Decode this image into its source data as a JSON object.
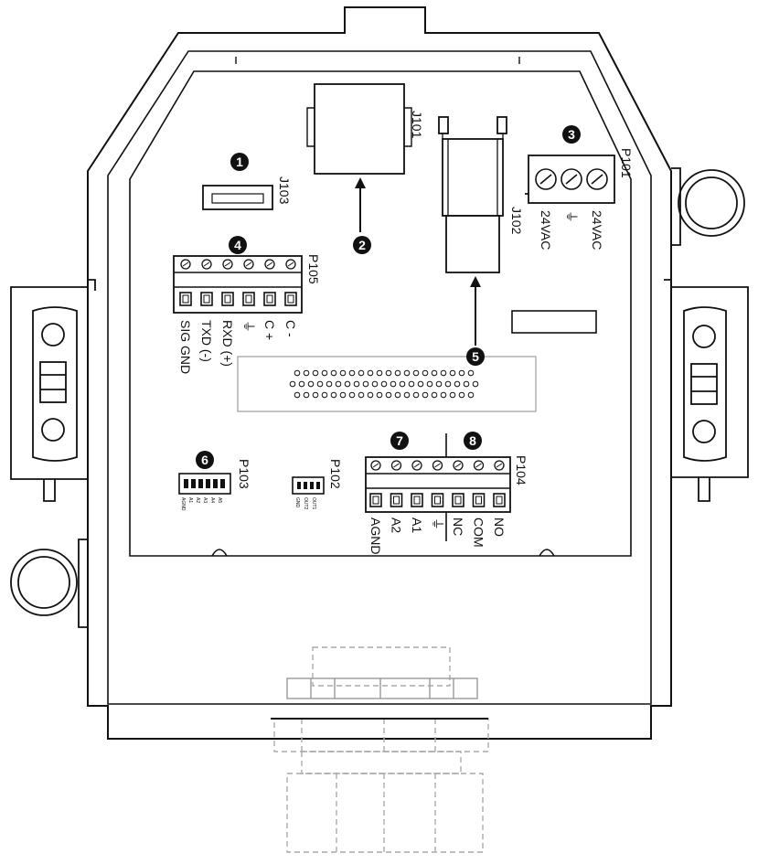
{
  "callouts": [
    "1",
    "2",
    "3",
    "4",
    "5",
    "6",
    "7",
    "8"
  ],
  "connectors": {
    "J101": "J101",
    "J102": "J102",
    "J103": "J103",
    "P101": "P101",
    "P102": "P102",
    "P103": "P103",
    "P104": "P104",
    "P105": "P105"
  },
  "p101_pins": [
    "24VAC",
    "⏚",
    "24VAC"
  ],
  "p105_pins": [
    "SIG GND",
    "TXD (-)",
    "RXD (+)",
    "⏚",
    "C +",
    "C -"
  ],
  "p104_pins": [
    "AGND",
    "A2",
    "A1",
    "⏚",
    "NC",
    "COM",
    "NO"
  ],
  "p103_pins": [
    "AGND",
    "A1",
    "A2",
    "A3",
    "A4",
    "A5"
  ],
  "p102_pins": [
    "GND",
    "OUT2",
    "OUT1"
  ],
  "colors": {
    "line": "#111111",
    "ghost": "#bbbbbb",
    "fill": "#ffffff"
  }
}
